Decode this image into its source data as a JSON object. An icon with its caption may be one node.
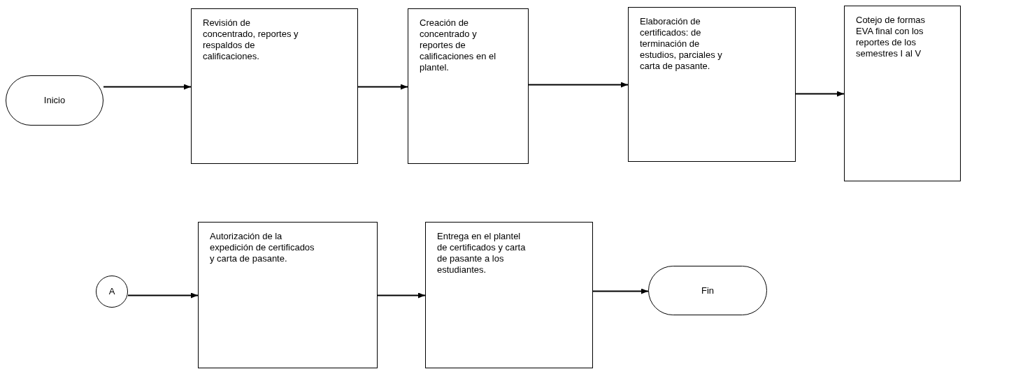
{
  "diagram": {
    "nodes": [
      {
        "text": [
          "Inicio"
        ]
      },
      {
        "text": [
          "Revisión de concentrado, reportes y respaldos de calificaciones."
        ]
      },
      {
        "text": [
          "Creación de concentrado y reportes de calificaciones en el plantel."
        ]
      },
      {
        "text": [
          "Elaboración de certificados: de terminación de estudios, parciales y carta de pasante."
        ]
      },
      {
        "text": [
          "Cotejo de formas EVA final con los reportes de los semestres I al V"
        ]
      },
      {
        "text": [
          "A"
        ]
      },
      {
        "text": [
          "Autorización de la expedición de certificados y carta de pasante."
        ]
      },
      {
        "text": [
          "Entrega en el plantel de certificados y carta de pasante a los estudiantes."
        ]
      },
      {
        "text": [
          "Fin"
        ]
      }
    ],
    "edges": [
      {
        "from": 0,
        "to": 1,
        "arrow": "to"
      },
      {
        "from": 1,
        "to": 2,
        "arrow": "to"
      },
      {
        "from": 2,
        "to": 3,
        "arrow": "to"
      },
      {
        "from": 3,
        "to": 4,
        "arrow": "to"
      },
      {
        "from": 5,
        "to": 6,
        "arrow": "to"
      },
      {
        "from": 6,
        "to": 7,
        "arrow": "to"
      },
      {
        "from": 7,
        "to": 8,
        "arrow": "to"
      }
    ]
  }
}
